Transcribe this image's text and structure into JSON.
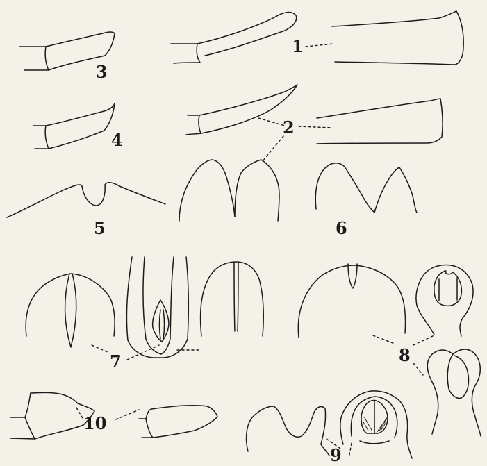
{
  "plate": {
    "labels": {
      "fig1": "1",
      "fig2": "2",
      "fig3": "3",
      "fig4": "4",
      "fig5": "5",
      "fig6": "6",
      "fig7": "7",
      "fig8": "8",
      "fig9": "9",
      "fig10": "10"
    }
  }
}
